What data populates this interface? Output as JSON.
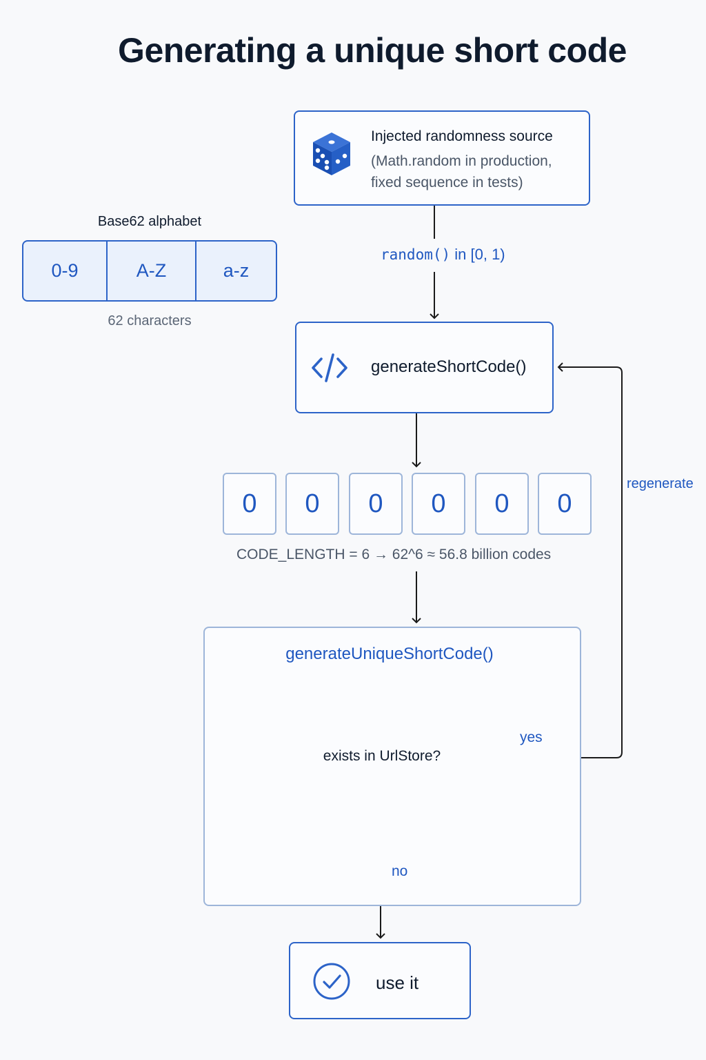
{
  "title": "Generating a unique short code",
  "randomness": {
    "title": "Injected randomness source",
    "subtitle": "(Math.random in production, fixed sequence in tests)",
    "icon": "dice-icon"
  },
  "alphabet": {
    "label": "Base62 alphabet",
    "segments": [
      "0-9",
      "A-Z",
      "a-z"
    ],
    "count": "62 characters"
  },
  "edge_random": {
    "code": "random()",
    "range": " in [0, 1)"
  },
  "generator": {
    "label": "generateShortCode()",
    "icon": "code-icon"
  },
  "code_chars": [
    "0",
    "0",
    "0",
    "0",
    "0",
    "0"
  ],
  "code_length_note": "CODE_LENGTH = 6  →  62^6 ≈ 56.8 billion codes",
  "unique": {
    "title": "generateUniqueShortCode()",
    "decision": "exists in UrlStore?",
    "yes": "yes",
    "no": "no",
    "loop": "regenerate"
  },
  "result": {
    "label": "use it",
    "icon": "check-circle-icon"
  },
  "colors": {
    "accent": "#2c63c8",
    "accent_text": "#1f57c0",
    "light_border": "#9db5d9",
    "line": "#1a1a1a"
  }
}
